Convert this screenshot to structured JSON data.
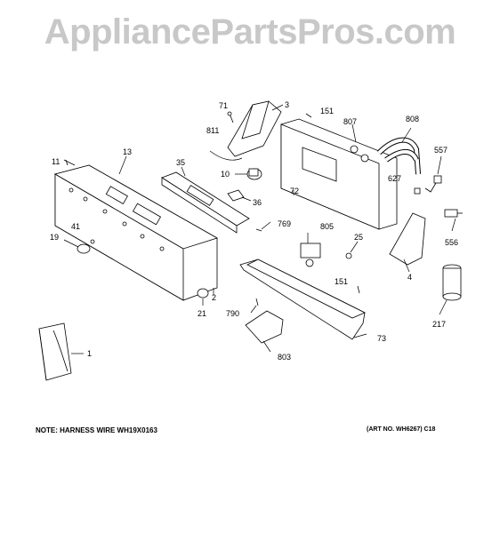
{
  "watermark": "AppliancePartsPros.com",
  "note": "NOTE: HARNESS WIRE WH19X0163",
  "art_no": "(ART NO. WH6267) C18",
  "callouts": {
    "c1": "1",
    "c2": "2",
    "c3": "3",
    "c4": "4",
    "c10": "10",
    "c11": "11",
    "c13": "13",
    "c19": "19",
    "c21": "21",
    "c25": "25",
    "c35": "35",
    "c36": "36",
    "c41": "41",
    "c71": "71",
    "c72": "72",
    "c73": "73",
    "c151a": "151",
    "c151b": "151",
    "c217": "217",
    "c556": "556",
    "c557": "557",
    "c627": "627",
    "c769": "769",
    "c790": "790",
    "c803": "803",
    "c805": "805",
    "c807": "807",
    "c808": "808",
    "c811": "811"
  }
}
